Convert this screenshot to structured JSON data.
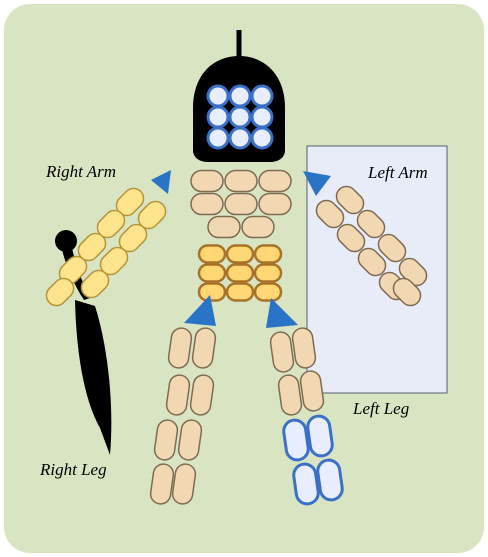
{
  "labels": {
    "right_arm": "Right Arm",
    "left_arm": "Left Arm",
    "left_leg": "Left Leg",
    "right_leg": "Right Leg"
  },
  "colors": {
    "background": "#d8e4c2",
    "panel": "#e8ecf8",
    "panel_border": "#556070",
    "head": "#000000",
    "tan_fill": "#f2d8b2",
    "tan_border": "#7f6b52",
    "yellow_fill": "#ffd875",
    "yellow_border": "#a87228",
    "yellow_arm_fill": "#ffe48e",
    "yellow_arm_border": "#b69438",
    "blue_fill": "#e8eeff",
    "blue_border": "#3a70c8",
    "arrow": "#2a74c8",
    "weapon": "#000000"
  },
  "icons": [
    "robot-head-icon",
    "sword-icon",
    "arrow-icon"
  ]
}
